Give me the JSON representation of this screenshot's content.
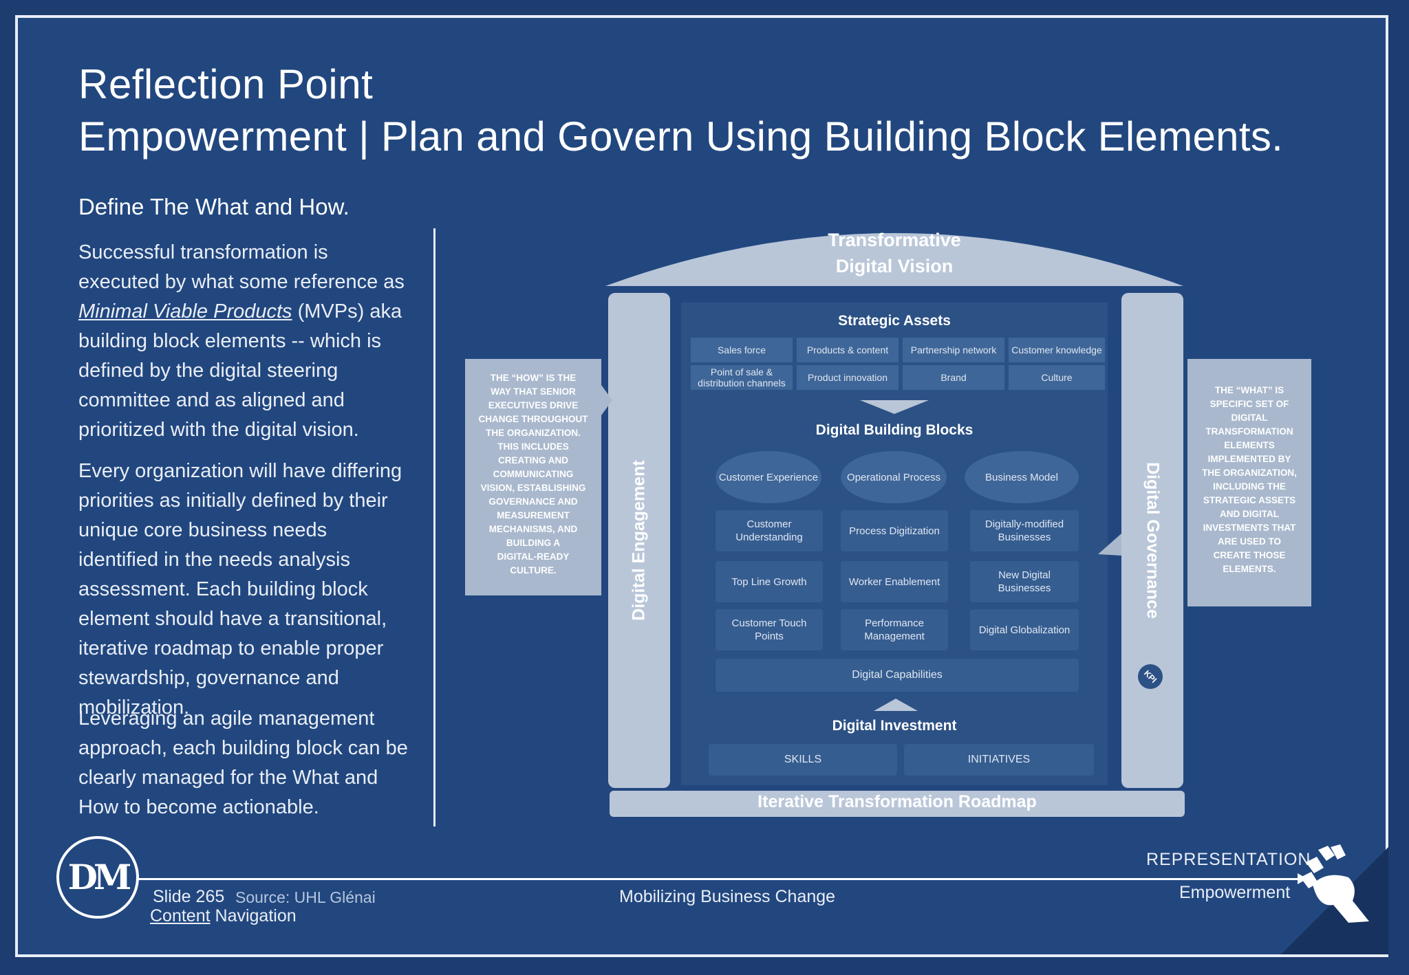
{
  "header": {
    "title_line1": "Reflection Point",
    "title_line2": "Empowerment | Plan and Govern Using Building Block Elements."
  },
  "left_text": {
    "subheading": "Define The What and How.",
    "para1_a": "Successful transformation is executed by what some reference as ",
    "para1_link": "Minimal Viable Products",
    "para1_b": " (MVPs) aka building block elements -- which is defined by the digital steering committee and as aligned and prioritized with the digital vision.",
    "para2": "Every organization will have differing priorities as initially defined by their unique core business needs identified in the needs analysis assessment. Each building block element should have a transitional, iterative roadmap to enable proper stewardship, governance and mobilization.",
    "para3": "Leveraging an agile management approach, each building block can be clearly managed for the What and How to become actionable."
  },
  "diagram": {
    "dome_line1": "Transformative",
    "dome_line2": "Digital Vision",
    "left_pillar": "Digital Engagement",
    "right_pillar": "Digital Governance",
    "kpi_badge": "KPI",
    "base": "Iterative Transformation Roadmap",
    "strategic_assets": {
      "title": "Strategic Assets",
      "row1": [
        "Sales force",
        "Products & content",
        "Partnership network",
        "Customer knowledge"
      ],
      "row2": [
        "Point of sale & distribution channels",
        "Product innovation",
        "Brand",
        "Culture"
      ]
    },
    "building_blocks": {
      "title": "Digital Building Blocks",
      "ovals": [
        "Customer Experience",
        "Operational Process",
        "Business Model"
      ],
      "grid": [
        [
          "Customer Understanding",
          "Process Digitization",
          "Digitally-modified Businesses"
        ],
        [
          "Top Line Growth",
          "Worker Enablement",
          "New Digital Businesses"
        ],
        [
          "Customer Touch Points",
          "Performance Management",
          "Digital Globalization"
        ]
      ],
      "capabilities": "Digital Capabilities"
    },
    "investment": {
      "title": "Digital Investment",
      "items": [
        "SKILLS",
        "INITIATIVES"
      ]
    },
    "how_box": [
      "THE “HOW” IS THE",
      "WAY THAT SENIOR",
      "EXECUTIVES DRIVE",
      "CHANGE THROUGHOUT",
      "THE ORGANIZATION.",
      "THIS INCLUDES",
      "CREATING AND",
      "COMMUNICATING",
      "VISION, ESTABLISHING",
      "GOVERNANCE AND",
      "MEASUREMENT",
      "MECHANISMS, AND",
      "BUILDING A",
      "DIGITAL-READY",
      "CULTURE."
    ],
    "what_box": [
      "THE “WHAT” IS",
      "SPECIFIC SET OF",
      "DIGITAL",
      "TRANSFORMATION",
      "ELEMENTS",
      "IMPLEMENTED BY",
      "THE ORGANIZATION,",
      "INCLUDING THE",
      "STRATEGIC ASSETS",
      "AND DIGITAL",
      "INVESTMENTS THAT",
      "ARE USED TO",
      "CREATE THOSE",
      "ELEMENTS."
    ]
  },
  "footer": {
    "logo": "DM",
    "slide": "Slide 265",
    "source": "Source: UHL Glénai",
    "nav_link": "Content",
    "nav_rest": " Navigation",
    "center": "Mobilizing Business Change",
    "right_top": "REPRESENTATION",
    "right_bottom": "Empowerment"
  }
}
